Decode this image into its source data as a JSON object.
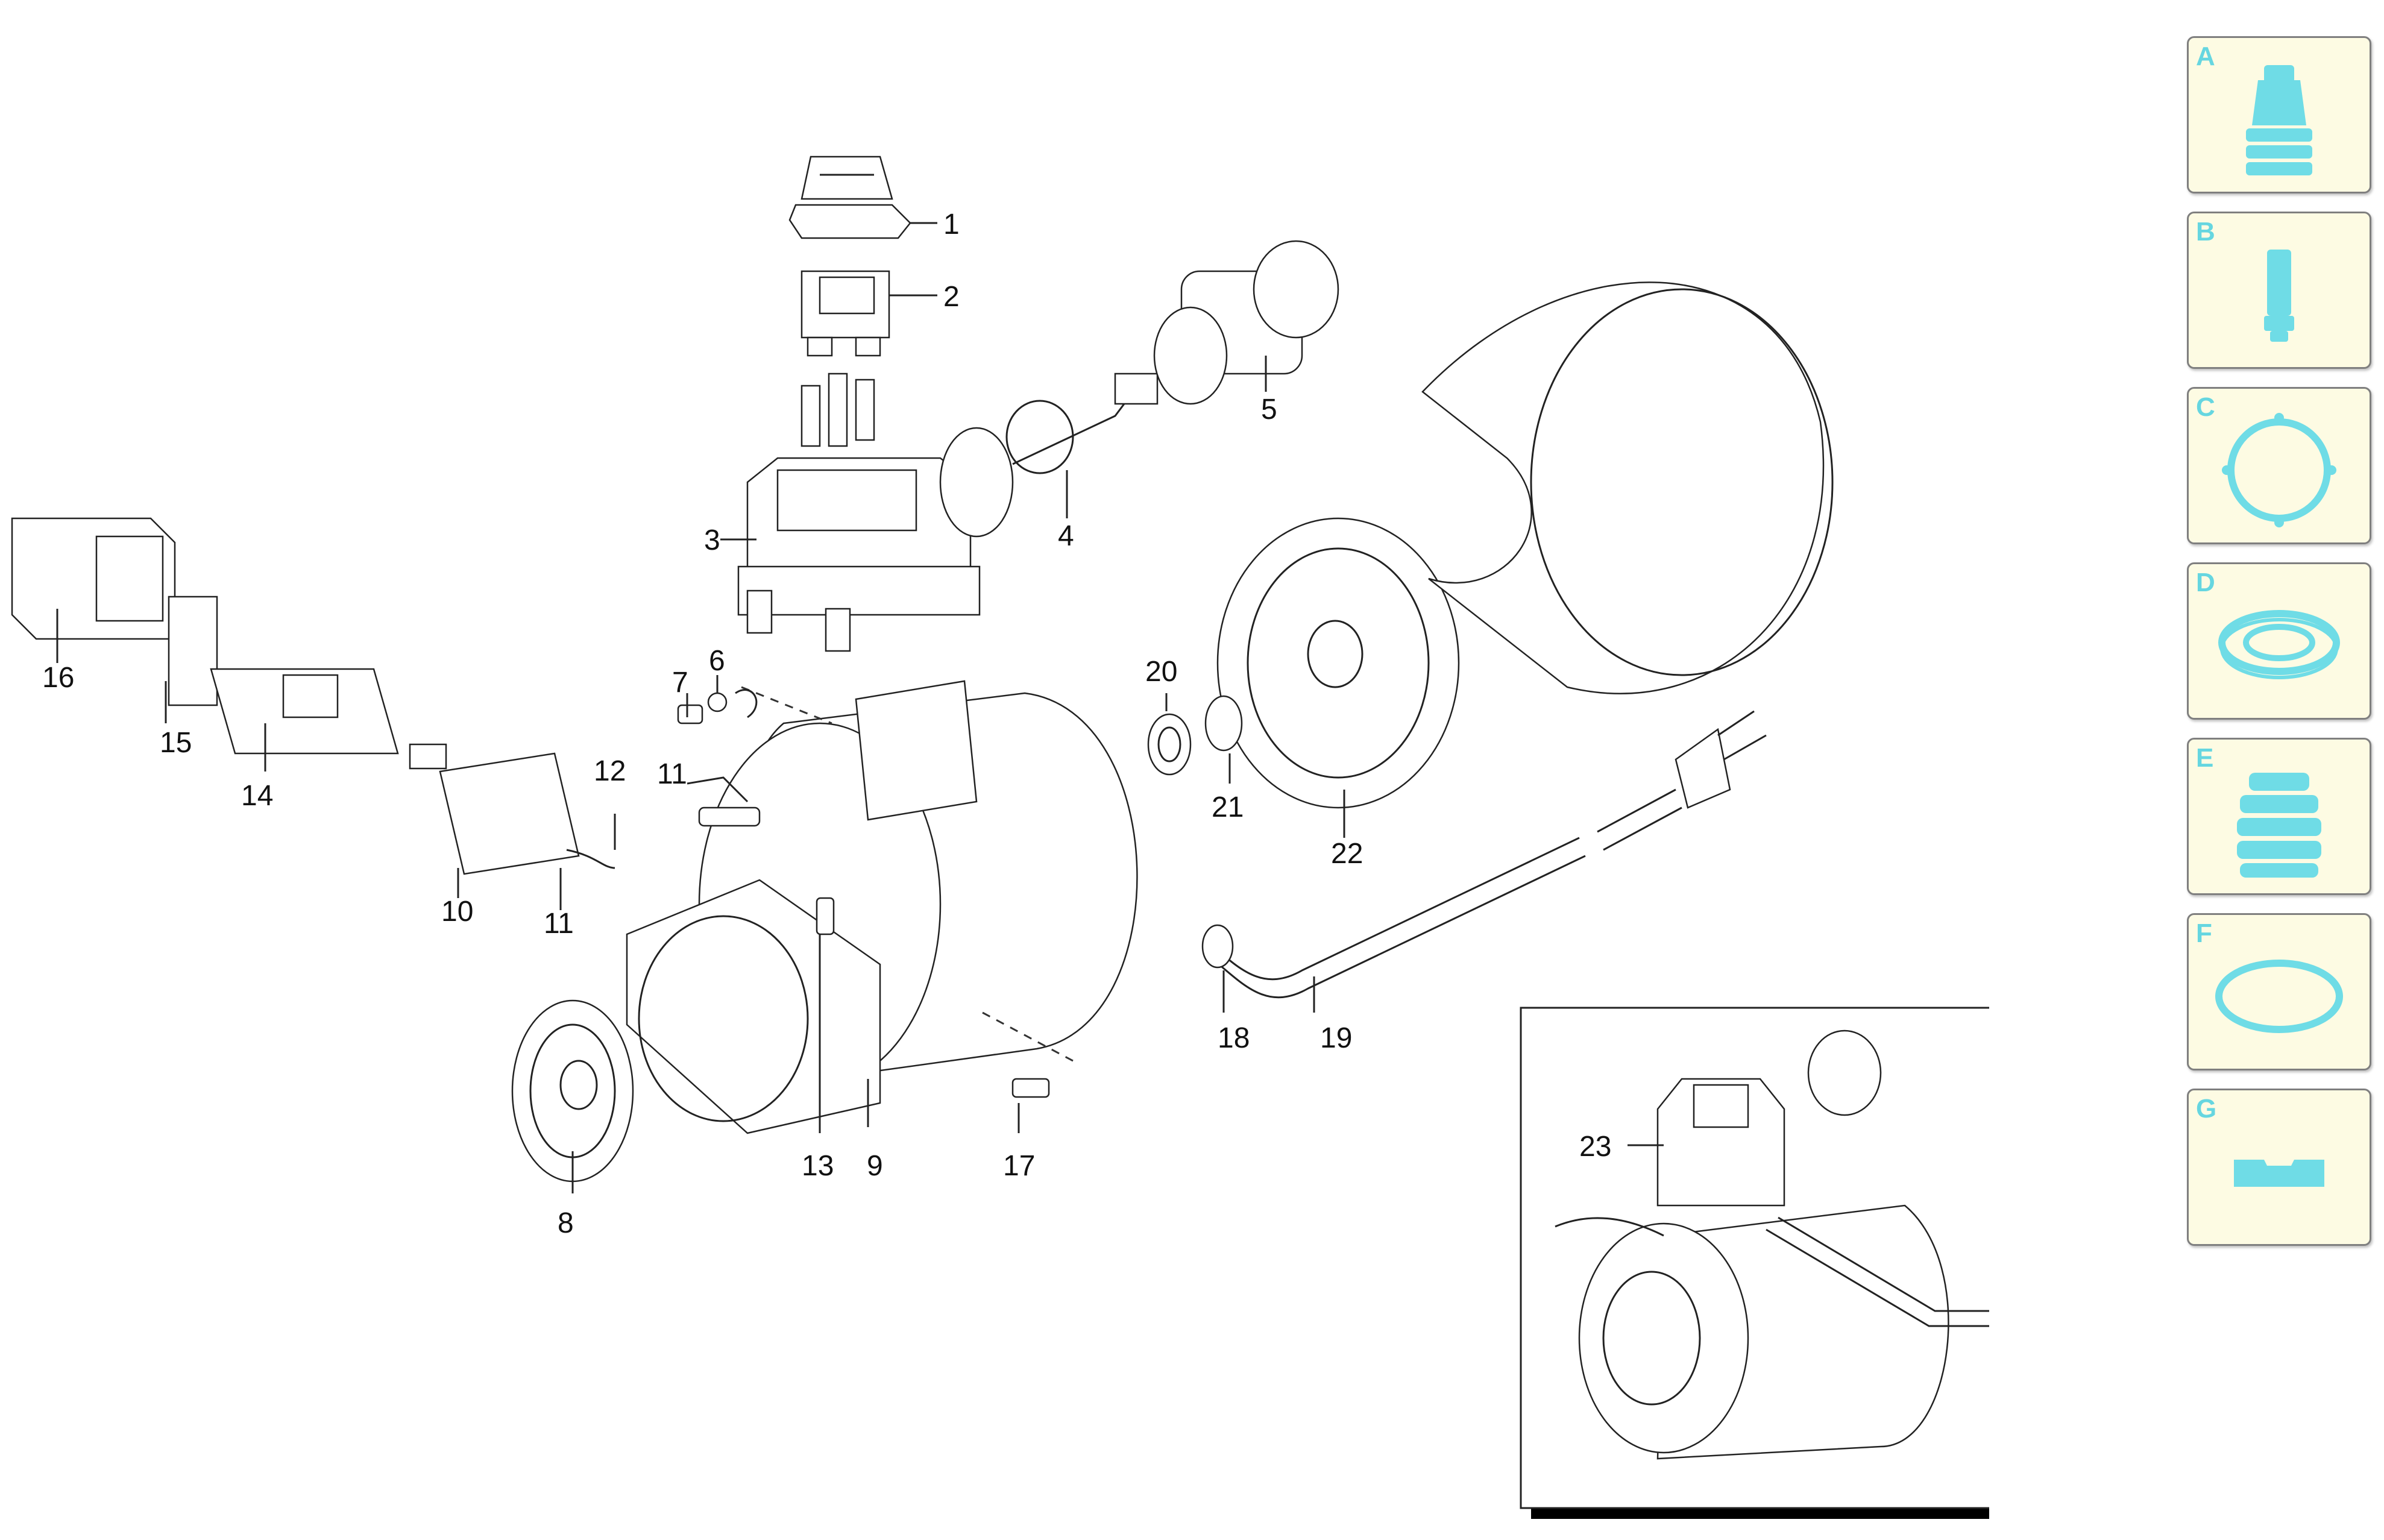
{
  "callouts": [
    "1",
    "2",
    "3",
    "4",
    "5",
    "6",
    "7",
    "11",
    "12",
    "16",
    "15",
    "14",
    "10",
    "11",
    "13",
    "9",
    "17",
    "8",
    "20",
    "21",
    "22",
    "18",
    "19",
    "23"
  ],
  "categories": [
    {
      "letter": "A",
      "icon": "nozzle-icon"
    },
    {
      "letter": "B",
      "icon": "pin-icon"
    },
    {
      "letter": "C",
      "icon": "flange-ring-icon"
    },
    {
      "letter": "D",
      "icon": "seal-ring-icon"
    },
    {
      "letter": "E",
      "icon": "bellows-icon"
    },
    {
      "letter": "F",
      "icon": "o-ring-icon"
    },
    {
      "letter": "G",
      "icon": "gasket-icon"
    }
  ],
  "colors": {
    "accent": "#6fdce6",
    "tile_bg": "#fdfbe3",
    "tile_border": "#7f7f7f"
  }
}
